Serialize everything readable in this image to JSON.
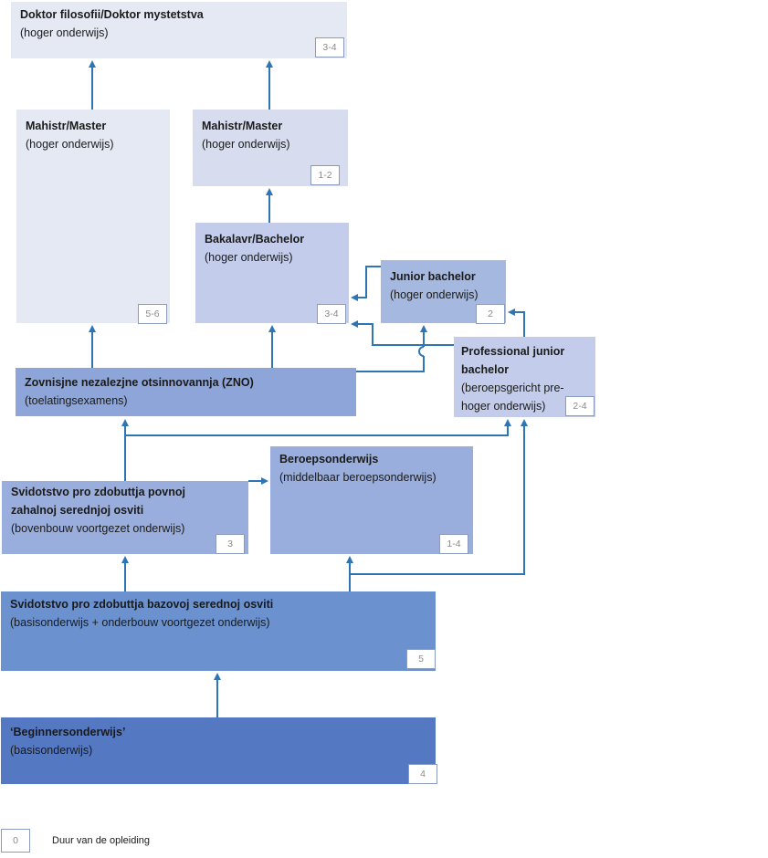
{
  "boxes": {
    "doctor": {
      "title": "Doktor filosofii/Doktor mystetstva",
      "sub": "(hoger onderwijs)",
      "duration": "3-4"
    },
    "master_long": {
      "title": "Mahistr/Master",
      "sub": "(hoger onderwijs)",
      "duration": "5-6"
    },
    "master_short": {
      "title": "Mahistr/Master",
      "sub": "(hoger onderwijs)",
      "duration": "1-2"
    },
    "bachelor": {
      "title": "Bakalavr/Bachelor",
      "sub": "(hoger onderwijs)",
      "duration": "3-4"
    },
    "junior_bachelor": {
      "title": "Junior bachelor",
      "sub": "(hoger onderwijs)",
      "duration": "2"
    },
    "professional_junior": {
      "title": "Professional junior bachelor",
      "sub": "(beroepsgericht pre-hoger onderwijs)",
      "duration": "2-4"
    },
    "zno": {
      "title": "Zovnisjne nezalezjne otsinnovannja (ZNO)",
      "sub": "(toelatingsexamens)",
      "duration": ""
    },
    "beroeps": {
      "title": "Beroepsonderwijs",
      "sub": "(middelbaar beroepsonderwijs)",
      "duration": "1-4"
    },
    "povnoj": {
      "title": "Svidotstvo pro zdobuttja povnoj zahalnoj serednjoj osviti",
      "sub": "(bovenbouw voortgezet onderwijs)",
      "duration": "3"
    },
    "bazovoj": {
      "title": "Svidotstvo pro zdobuttja bazovoj serednoj osviti",
      "sub": "(basisonderwijs + onderbouw voortgezet onderwijs)",
      "duration": "5"
    },
    "beginners": {
      "title": "‘Beginnersonderwijs’",
      "sub": "(basisonderwijs)",
      "duration": "4"
    }
  },
  "legend": {
    "sample": "0",
    "label": "Duur van de opleiding"
  },
  "colors": {
    "arrow": "#2e75b6"
  }
}
